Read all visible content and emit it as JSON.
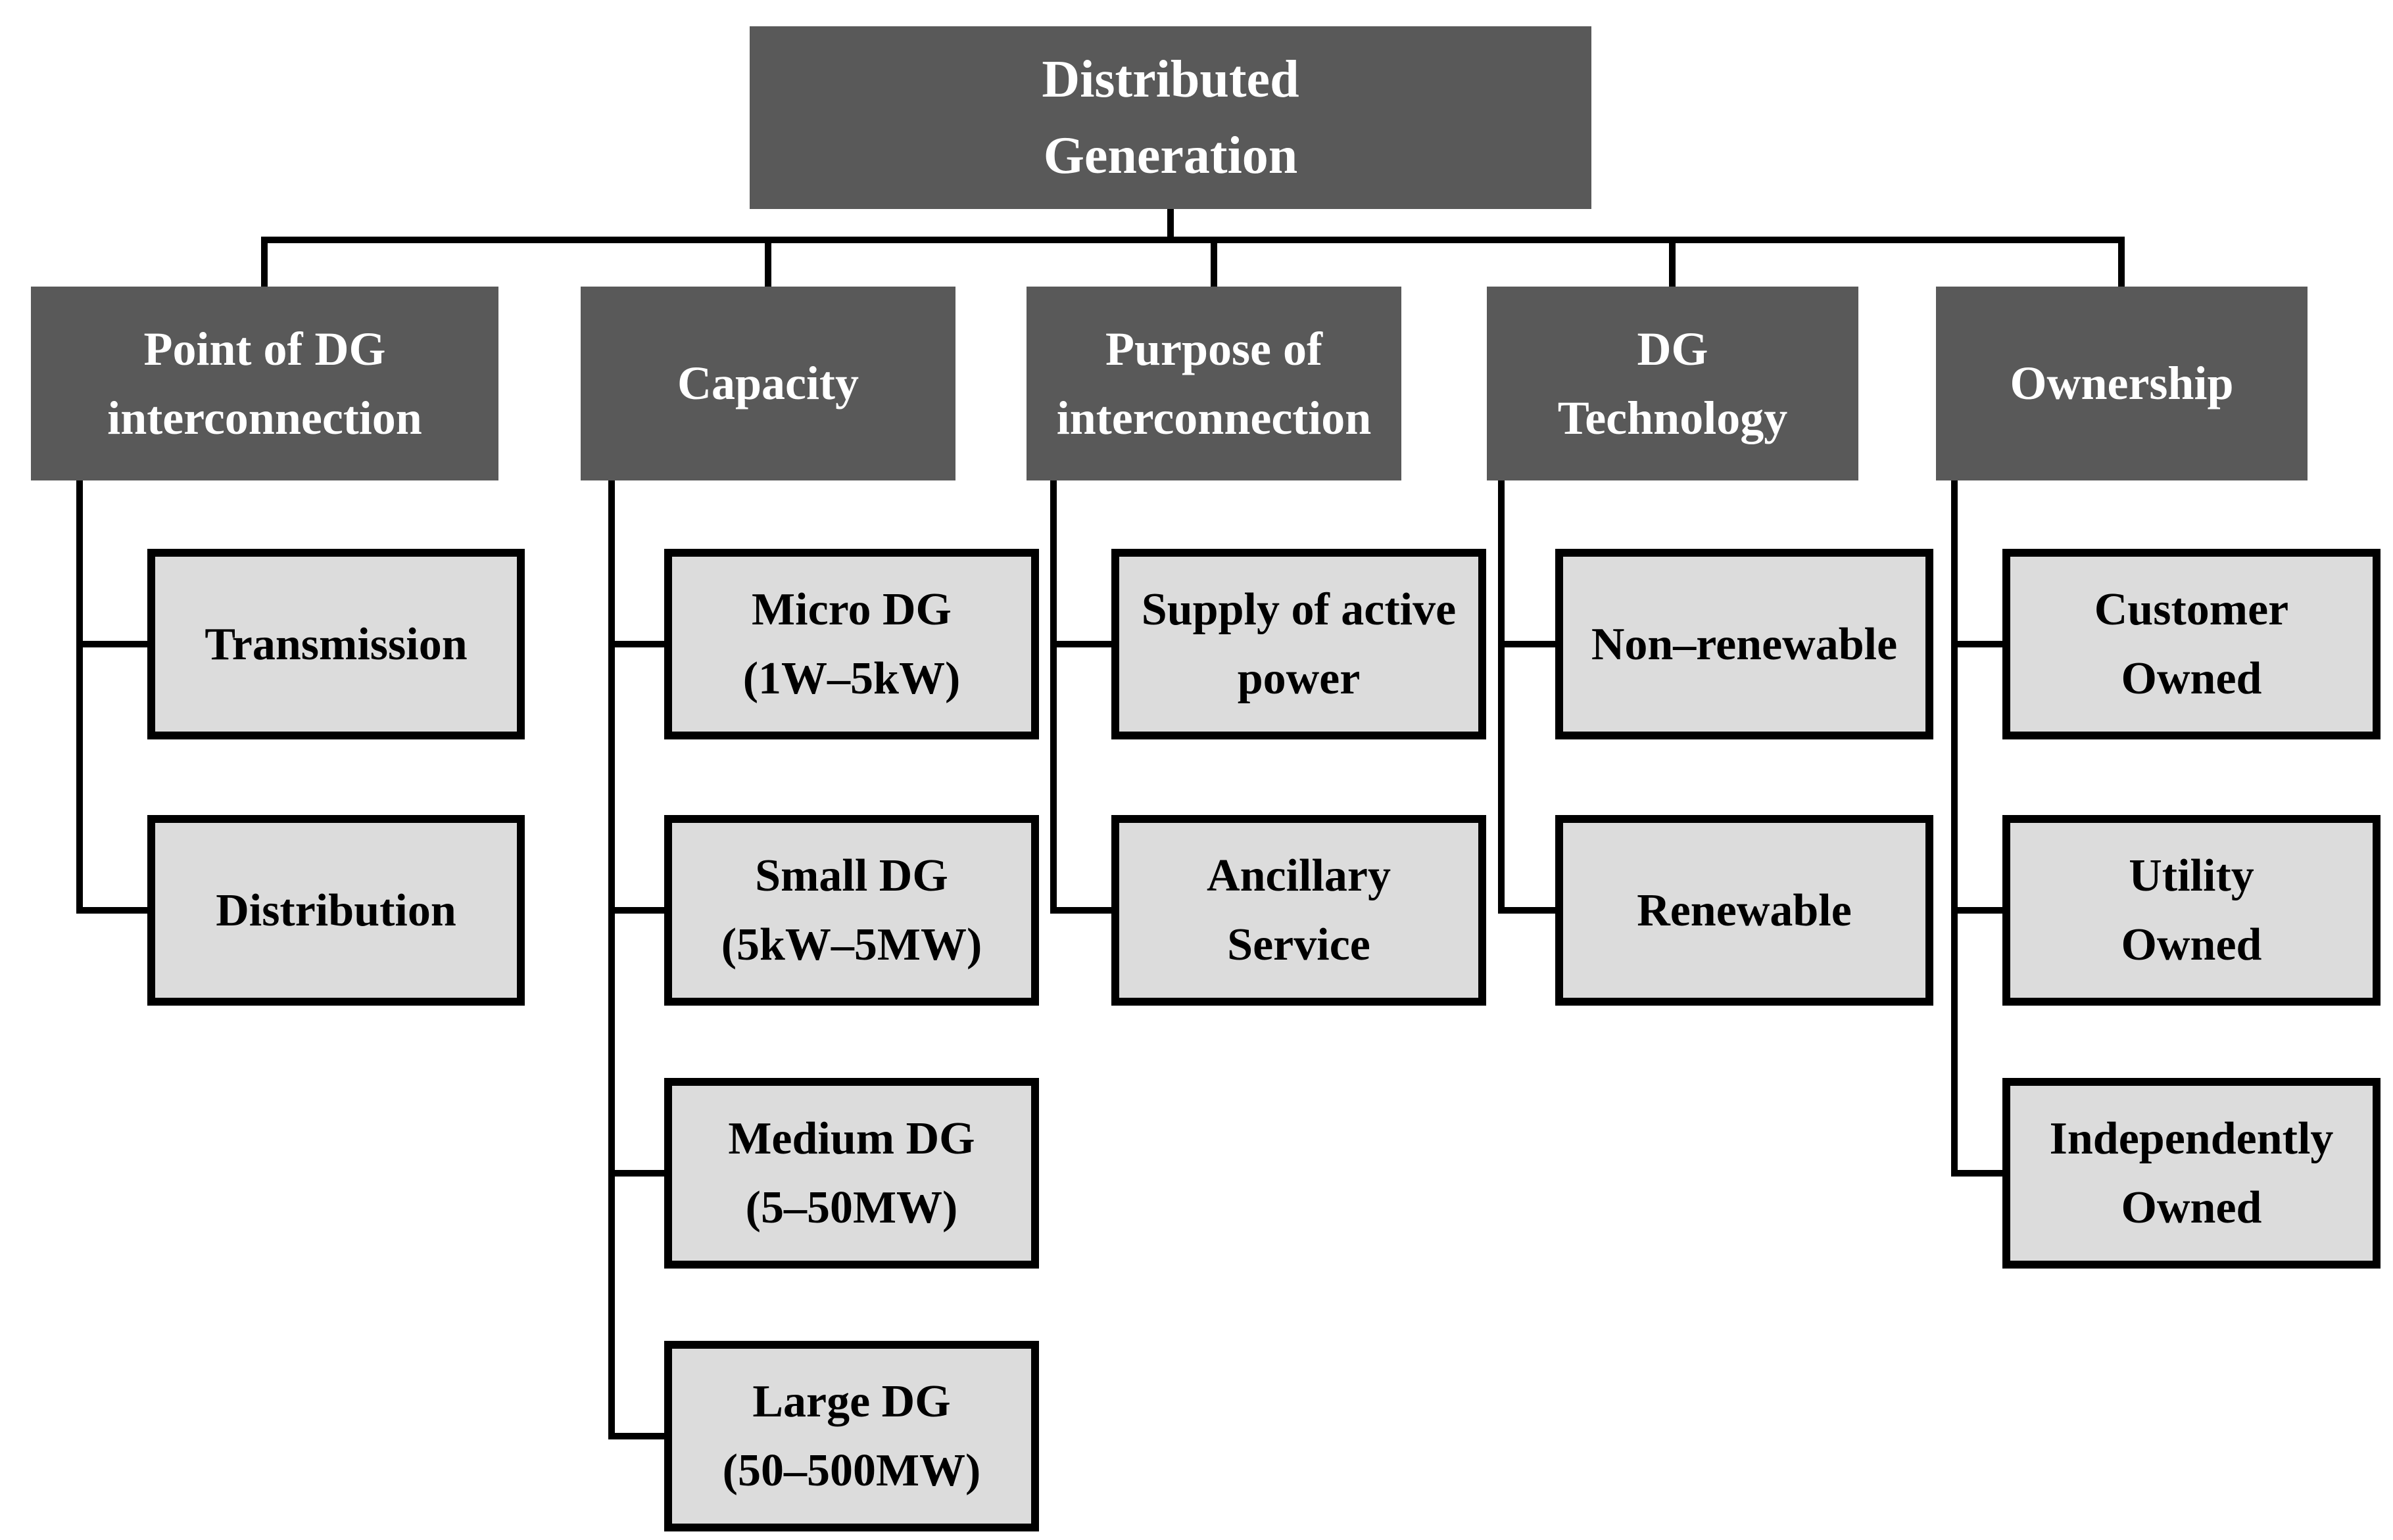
{
  "title": "Distributed Generation classification diagram",
  "colors": {
    "header_fill": "#595959",
    "header_text": "#ffffff",
    "child_fill": "#dcdcdc",
    "child_text": "#000000",
    "line": "#000000",
    "background": "#ffffff"
  },
  "root": {
    "lines": [
      "Distributed",
      "Generation"
    ]
  },
  "branches": [
    {
      "lines": [
        "Point of DG",
        "interconnection"
      ],
      "children": [
        {
          "lines": [
            "Transmission"
          ]
        },
        {
          "lines": [
            "Distribution"
          ]
        }
      ]
    },
    {
      "lines": [
        "Capacity"
      ],
      "children": [
        {
          "lines": [
            "Micro DG",
            "(1W–5kW)"
          ]
        },
        {
          "lines": [
            "Small DG",
            "(5kW–5MW)"
          ]
        },
        {
          "lines": [
            "Medium DG",
            "(5–50MW)"
          ]
        },
        {
          "lines": [
            "Large DG",
            "(50–500MW)"
          ]
        }
      ]
    },
    {
      "lines": [
        "Purpose of",
        "interconnection"
      ],
      "children": [
        {
          "lines": [
            "Supply of active",
            "power"
          ]
        },
        {
          "lines": [
            "Ancillary",
            "Service"
          ]
        }
      ]
    },
    {
      "lines": [
        "DG",
        "Technology"
      ],
      "children": [
        {
          "lines": [
            "Non–renewable"
          ]
        },
        {
          "lines": [
            "Renewable"
          ]
        }
      ]
    },
    {
      "lines": [
        "Ownership"
      ],
      "children": [
        {
          "lines": [
            "Customer",
            "Owned"
          ]
        },
        {
          "lines": [
            "Utility",
            "Owned"
          ]
        },
        {
          "lines": [
            "Independently",
            "Owned"
          ]
        }
      ]
    }
  ]
}
